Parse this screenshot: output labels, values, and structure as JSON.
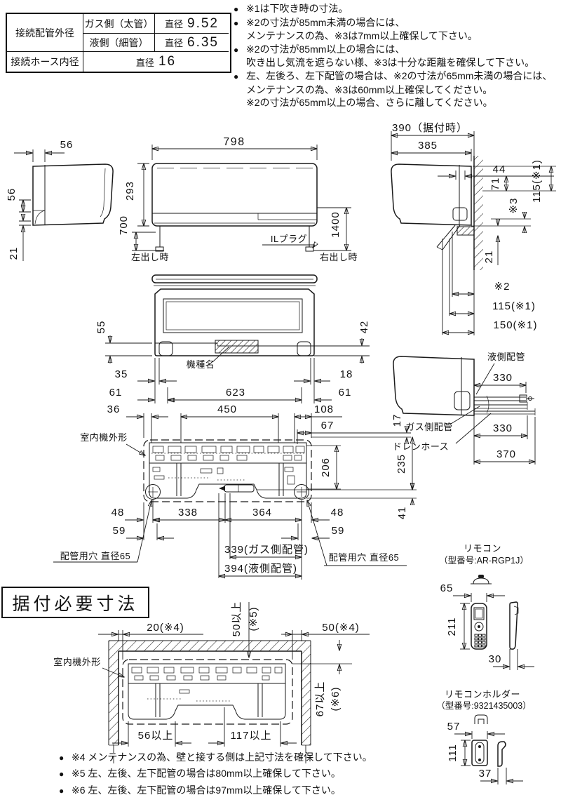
{
  "meta": {
    "background": "#ffffff",
    "ink": "#1a1a1a"
  },
  "spec_table": {
    "pipe_header": "接続配管外径",
    "gas_label": "ガス側（太管）",
    "gas_prefix": "直径",
    "gas_value": "9.52",
    "liquid_label": "液側（細管）",
    "liquid_prefix": "直径",
    "liquid_value": "6.35",
    "hose_header": "接続ホース内径",
    "hose_prefix": "直径",
    "hose_value": "16"
  },
  "notes_top": {
    "bullet": "●",
    "n1": "※1は下吹き時の寸法。",
    "n2a": "※2の寸法が85mm未満の場合には、",
    "n2b": "メンテナンスの為、※3は7mm以上確保して下さい。",
    "n3a": "※2の寸法が85mm以上の場合には、",
    "n3b": "吹き出し気流を遮らない様、※3は十分な距離を確保して下さい。",
    "n4a": "左、左後ろ、左下配管の場合は、※2の寸法が65mm未満の場合には、",
    "n4b": "メンテナンスの為、※3は60mm以上確保してください。",
    "n4c": "※2の寸法が65mm以上の場合、さらに離してください。"
  },
  "side_left": {
    "dim_top": "56",
    "dim_mid": "56",
    "dim_bottom": "21"
  },
  "front": {
    "dim_width": "798",
    "dim_height": "293",
    "dim_cord_left": "700",
    "dim_cord_right": "1400",
    "plug": "ILプラグ",
    "left_out": "左出し時",
    "right_out": "右出し時"
  },
  "side_right": {
    "dim_total": "390（据付時）",
    "dim_depth": "385",
    "dim_44": "44",
    "dim_71": "71",
    "ref3": "※3",
    "dim_115_top": "115(※1)",
    "dim_21": "21",
    "ref2": "※2",
    "dim_115_bot": "115(※1)",
    "dim_150": "150(※1)"
  },
  "bottom_view": {
    "dim_55": "55",
    "dim_42": "42",
    "model_label": "機種名",
    "dim_35": "35",
    "dim_61_l": "61",
    "dim_623": "623",
    "dim_61_r": "61",
    "dim_18": "18"
  },
  "plate": {
    "outline_label": "室内機外形",
    "dim_36": "36",
    "dim_450": "450",
    "dim_108": "108",
    "dim_67": "67",
    "dim_17": "17",
    "dim_206": "206",
    "dim_235": "235",
    "dim_41": "41",
    "dim_48_l": "48",
    "dim_338": "338",
    "dim_364": "364",
    "dim_48_r": "48",
    "dim_59_l": "59",
    "dim_59_r": "59",
    "dim_339": "339(ガス側配管)",
    "dim_394": "394(液側配管)",
    "hole_l": "配管用穴 直径65",
    "hole_r": "配管用穴 直径65"
  },
  "pipes": {
    "liquid": "液側配管",
    "dim_330_t": "330",
    "gas": "ガス側配管",
    "drain": "ドレンホース",
    "dim_330_b": "330",
    "dim_370": "370"
  },
  "remote": {
    "title": "リモコン",
    "model": "（型番号:AR-RGP1J）",
    "dim_65": "65",
    "dim_211": "211",
    "dim_30": "30"
  },
  "holder": {
    "title": "リモコンホルダー",
    "model": "（型番号:9321435003）",
    "dim_57": "57",
    "dim_111": "111",
    "dim_37": "37"
  },
  "install": {
    "title": "据付必要寸法",
    "outline_label": "室内機外形",
    "dim_20": "20(※4)",
    "dim_50_v1": "50以上",
    "dim_50_v2": "(※5)",
    "dim_50_r": "50(※4)",
    "dim_67_v1": "67以上",
    "dim_67_v2": "(※6)",
    "dim_56": "56以上",
    "dim_117": "117以上"
  },
  "notes_bottom": {
    "bullet": "●",
    "n4": "※4 メンテナンスの為、壁と接する側は上記寸法を確保して下さい。",
    "n5": "※5 左、左後、左下配管の場合は80mm以上確保して下さい。",
    "n6": "※6 左、左後、左下配管の場合は97mm以上確保して下さい。"
  }
}
